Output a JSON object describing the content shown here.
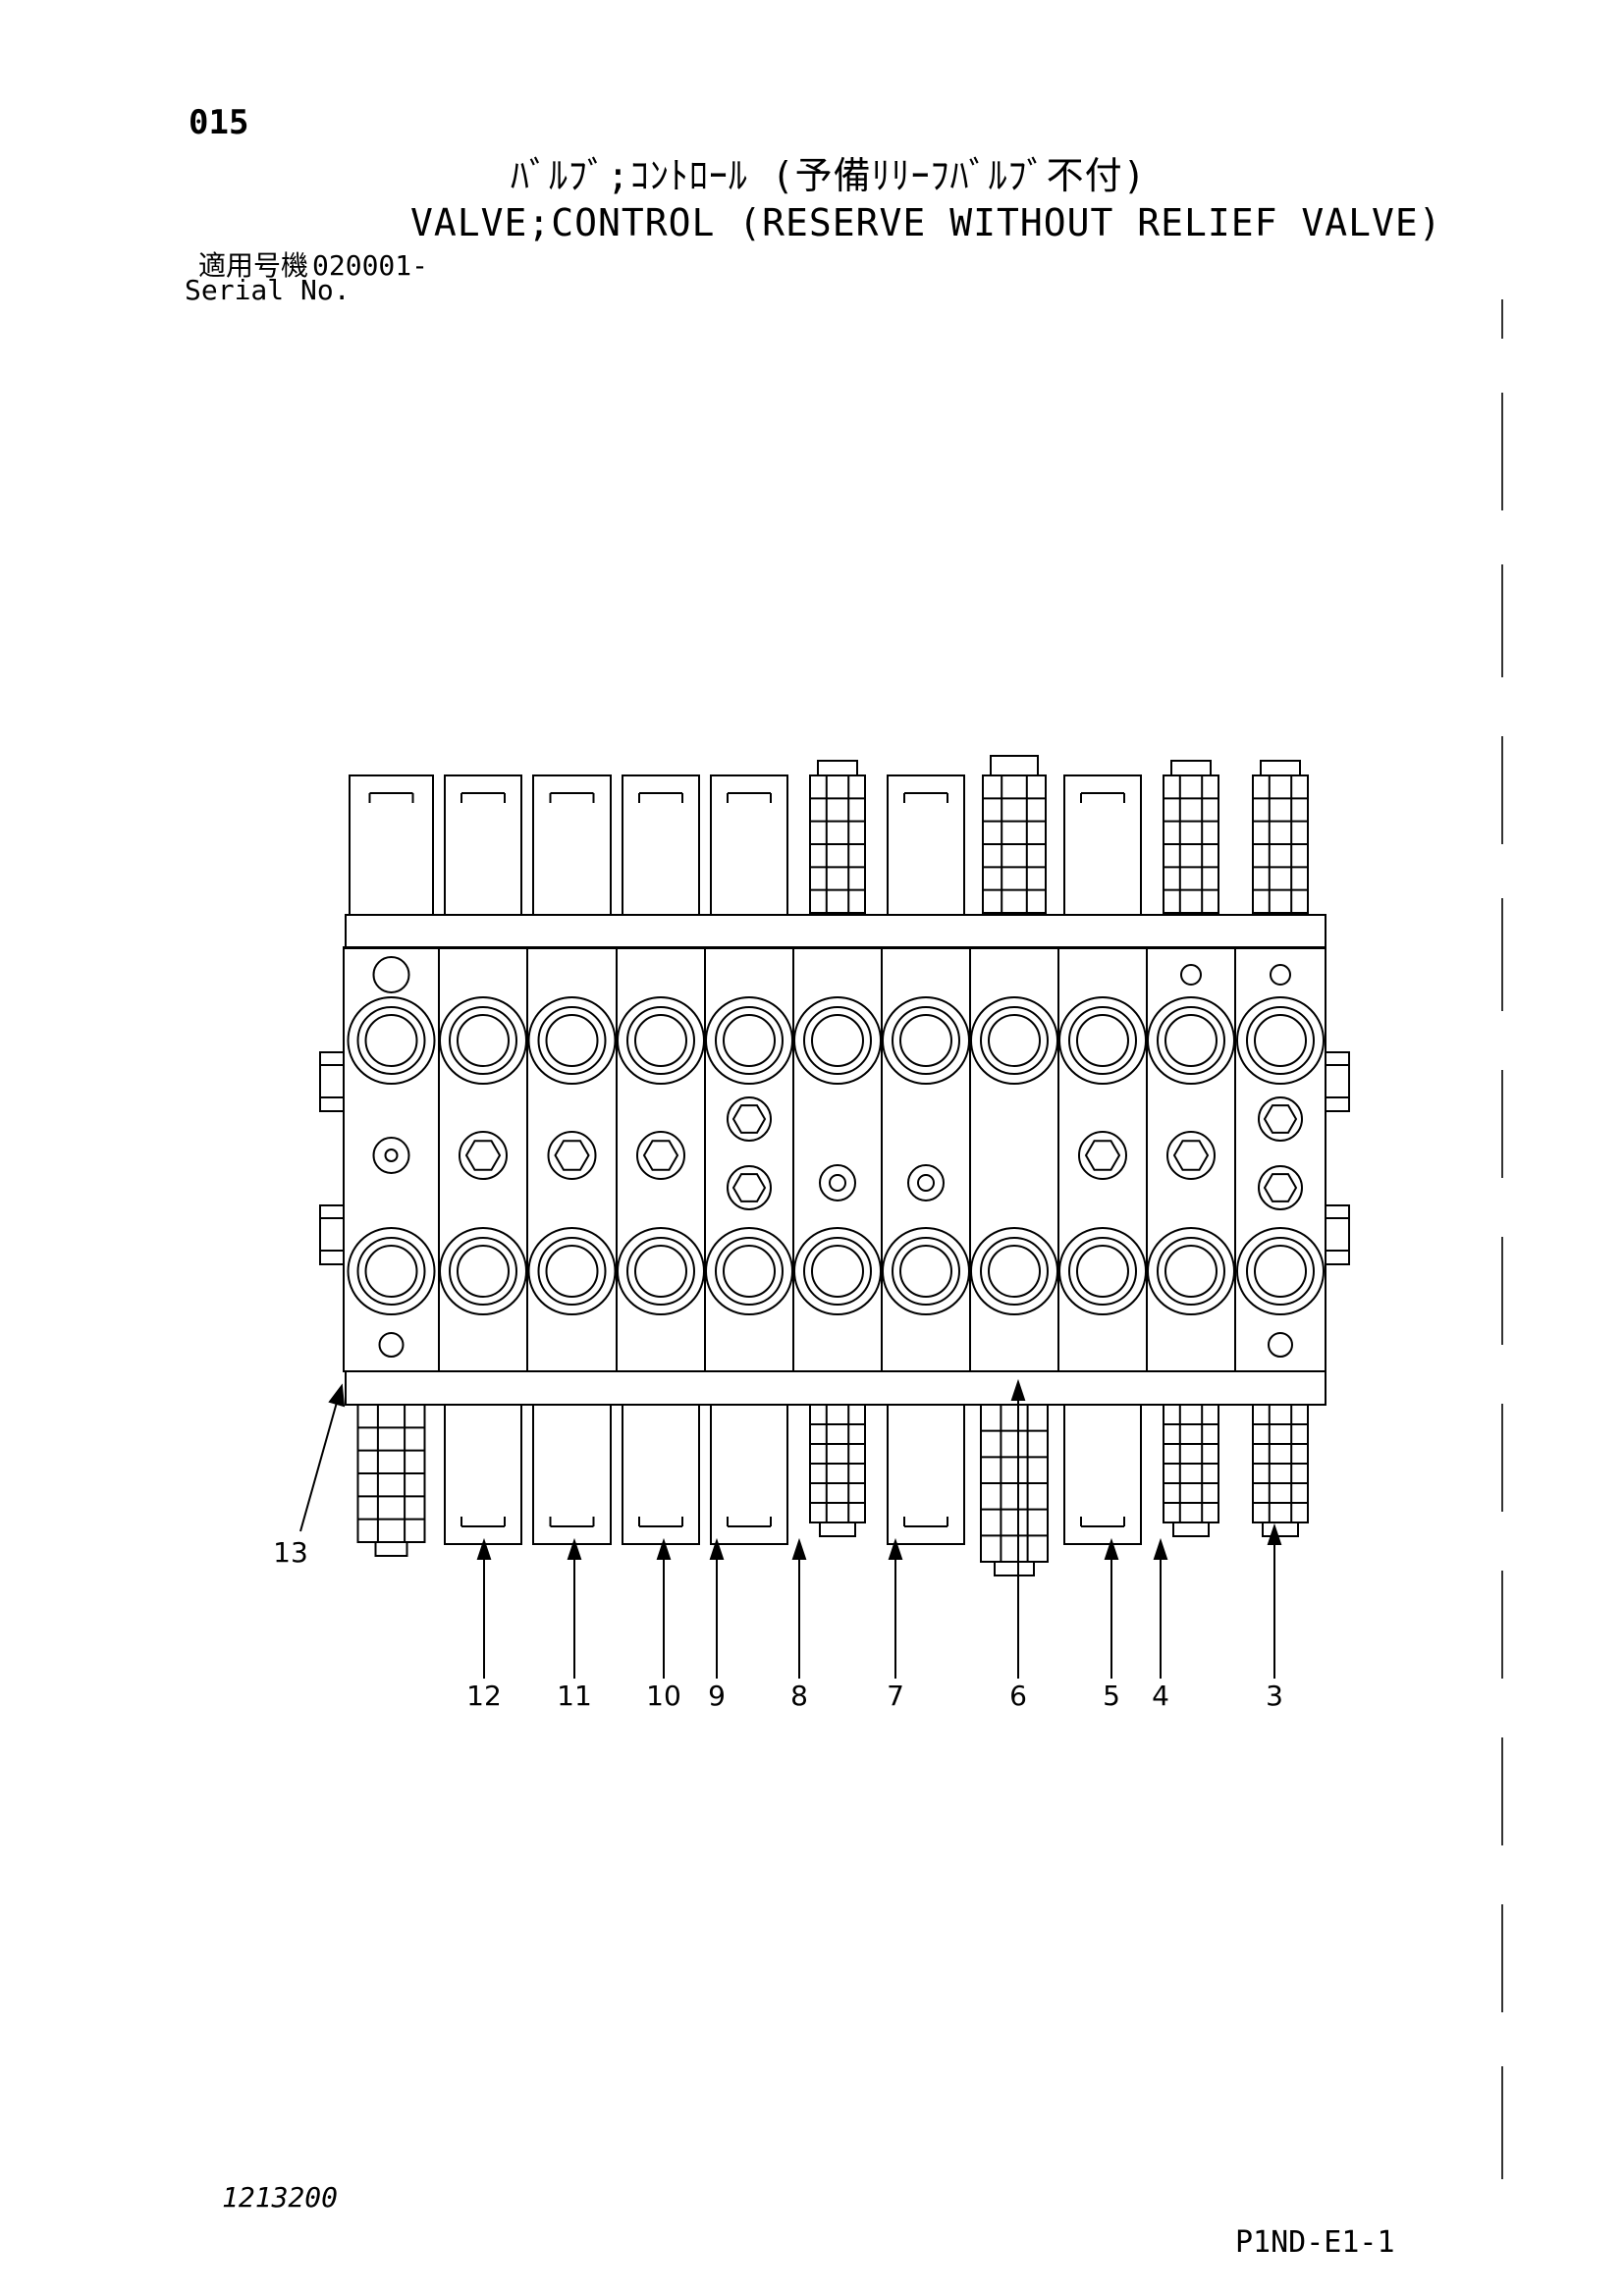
{
  "page_number": "015",
  "title_jp": "ﾊﾞﾙﾌﾞ;ｺﾝﾄﾛｰﾙ (予備ﾘﾘｰﾌﾊﾞﾙﾌﾞ不付)",
  "title_en": "VALVE;CONTROL (RESERVE WITHOUT RELIEF VALVE)",
  "serial": {
    "label_jp": "適用号機",
    "label_en": "Serial No.",
    "value": "020001-"
  },
  "callouts": [
    "12",
    "11",
    "10",
    "9",
    "8",
    "7",
    "6",
    "5",
    "4",
    "3",
    "13"
  ],
  "doc_number": "1213200",
  "page_code": "P1ND-E1-1"
}
